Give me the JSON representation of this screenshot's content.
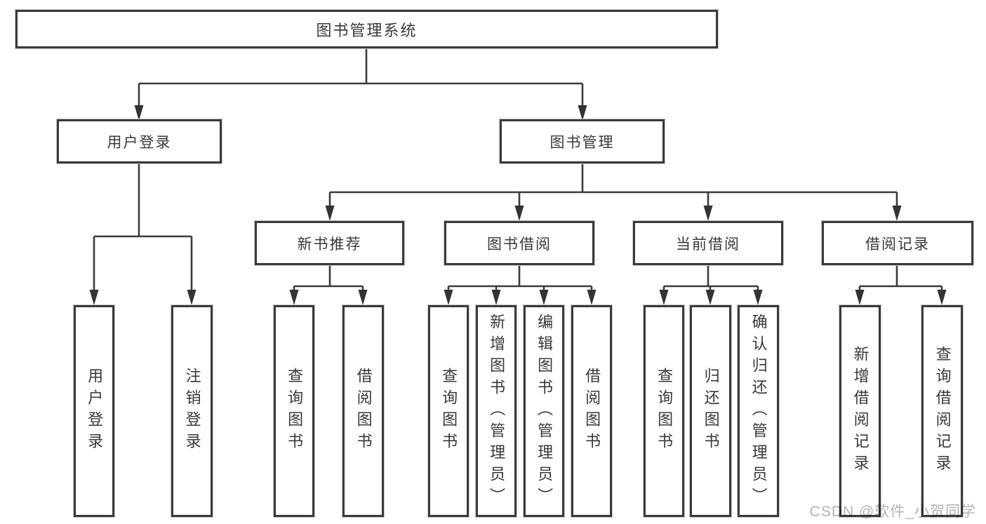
{
  "diagram": {
    "title": "图书管理系统",
    "colors": {
      "line": "#3b3b3b",
      "box_border": "#3a3a3a",
      "text": "#383838",
      "background": "#ffffff",
      "watermark": "#b3b3b3"
    },
    "nodes": {
      "root": "图书管理系统",
      "user_login": "用户登录",
      "book_mgmt": "图书管理",
      "new_book_rec": "新书推荐",
      "book_borrow": "图书借阅",
      "current_borrow": "当前借阅",
      "borrow_records": "借阅记录",
      "leaves": {
        "user": [
          "用户登录",
          "注销登录"
        ],
        "recommend": [
          "查询图书",
          "借阅图书"
        ],
        "borrow": [
          "查询图书",
          "新增图书（管理员）",
          "编辑图书（管理员）",
          "借阅图书"
        ],
        "current": [
          "查询图书",
          "归还图书",
          "确认归还（管理员）"
        ],
        "records": [
          "新增借阅记录",
          "查询借阅记录"
        ]
      }
    }
  },
  "watermark": "CSDN @软件_小贺同学"
}
